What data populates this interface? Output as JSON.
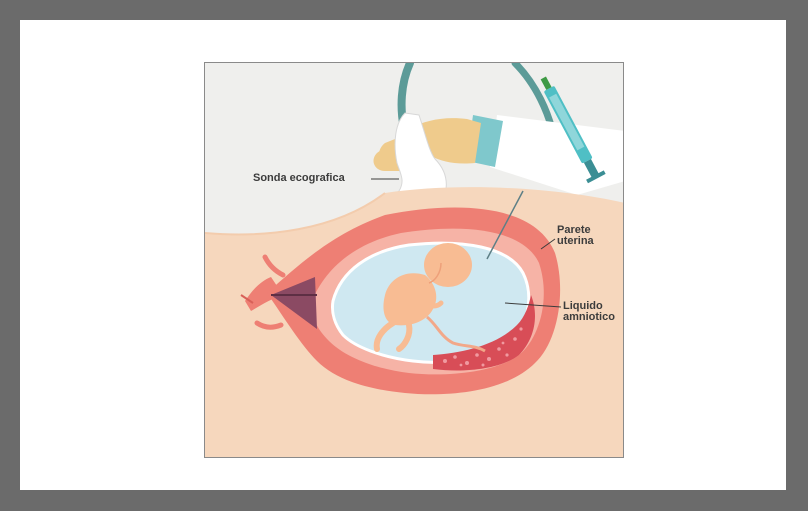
{
  "labels": {
    "probe": "Sonda ecografica",
    "wall_line1": "Parete",
    "wall_line2": "uterina",
    "fluid_line1": "Liquido",
    "fluid_line2": "amniotico"
  },
  "colors": {
    "frame": "#6b6b6b",
    "background": "#efefed",
    "skin": "#f6d7bd",
    "uterine_wall": "#ee7f74",
    "amniotic_fluid": "#cfe8f1",
    "fetus": "#f8bc93",
    "placenta": "#d84d57",
    "glove": "#efcb8c",
    "cuff": "#7fc8cc",
    "syringe": "#4fbfc5",
    "cable": "#5c9b98"
  }
}
